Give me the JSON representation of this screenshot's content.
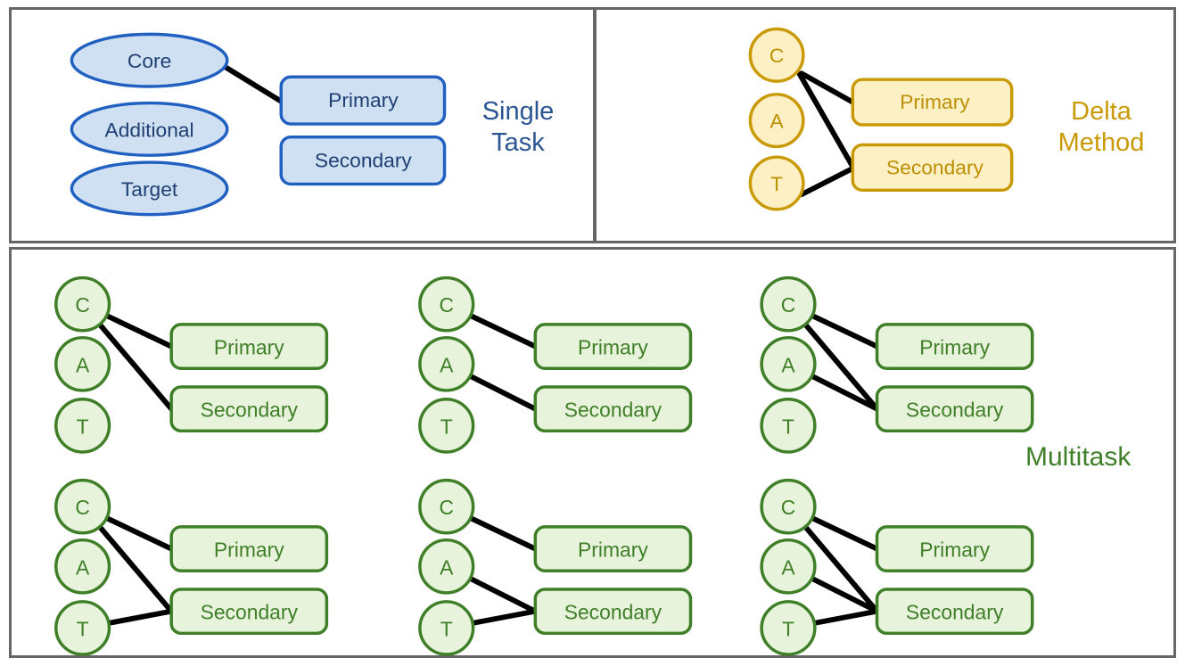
{
  "figure": {
    "type": "diagram",
    "description": "Three-panel schematic comparing Single Task, Delta Method, and Multitask feature-to-output connection patterns",
    "background": "#ffffff",
    "frame_color": "#666666",
    "edge_color": "#000000"
  },
  "palette": {
    "blue_border": "#2060c0",
    "blue_fill": "#cfe0f3",
    "blue_text": "#1f3f73",
    "blue_title": "#2a5592",
    "gold_border": "#c99a06",
    "gold_fill": "#fdf0c4",
    "gold_text": "#bd8f05",
    "green_border": "#3f7f28",
    "green_fill": "#e8f3dc",
    "green_text": "#3f7f28"
  },
  "panels": {
    "single_task": {
      "title": "Single\nTask",
      "title_color": "#2a5592",
      "inputs": [
        {
          "id": "core",
          "label": "Core",
          "shape": "ellipse"
        },
        {
          "id": "additional",
          "label": "Additional",
          "shape": "ellipse"
        },
        {
          "id": "target",
          "label": "Target",
          "shape": "ellipse"
        }
      ],
      "outputs": [
        {
          "id": "primary",
          "label": "Primary",
          "shape": "rounded-rect"
        },
        {
          "id": "secondary",
          "label": "Secondary",
          "shape": "rounded-rect"
        }
      ],
      "edges": [
        {
          "from": "core",
          "to": "primary"
        }
      ]
    },
    "delta_method": {
      "title": "Delta\nMethod",
      "title_color": "#c99a06",
      "inputs": [
        {
          "id": "C",
          "label": "C",
          "shape": "circle"
        },
        {
          "id": "A",
          "label": "A",
          "shape": "circle"
        },
        {
          "id": "T",
          "label": "T",
          "shape": "circle"
        }
      ],
      "outputs": [
        {
          "id": "primary",
          "label": "Primary",
          "shape": "rounded-rect"
        },
        {
          "id": "secondary",
          "label": "Secondary",
          "shape": "rounded-rect"
        }
      ],
      "edges": [
        {
          "from": "C",
          "to": "primary"
        },
        {
          "from": "C",
          "to": "secondary"
        },
        {
          "from": "T",
          "to": "secondary"
        }
      ]
    },
    "multitask": {
      "title": "Multitask",
      "title_color": "#3f7f28",
      "node_labels": [
        "C",
        "A",
        "T"
      ],
      "output_labels": [
        "Primary",
        "Secondary"
      ],
      "variants": [
        {
          "index": 1,
          "edges": [
            {
              "from": "C",
              "to": "primary"
            },
            {
              "from": "C",
              "to": "secondary"
            }
          ]
        },
        {
          "index": 2,
          "edges": [
            {
              "from": "C",
              "to": "primary"
            },
            {
              "from": "A",
              "to": "secondary"
            }
          ]
        },
        {
          "index": 3,
          "edges": [
            {
              "from": "C",
              "to": "primary"
            },
            {
              "from": "C",
              "to": "secondary"
            },
            {
              "from": "A",
              "to": "secondary"
            }
          ]
        },
        {
          "index": 4,
          "edges": [
            {
              "from": "C",
              "to": "primary"
            },
            {
              "from": "C",
              "to": "secondary"
            },
            {
              "from": "T",
              "to": "secondary"
            }
          ]
        },
        {
          "index": 5,
          "edges": [
            {
              "from": "C",
              "to": "primary"
            },
            {
              "from": "A",
              "to": "secondary"
            },
            {
              "from": "T",
              "to": "secondary"
            }
          ]
        },
        {
          "index": 6,
          "edges": [
            {
              "from": "C",
              "to": "primary"
            },
            {
              "from": "C",
              "to": "secondary"
            },
            {
              "from": "A",
              "to": "secondary"
            },
            {
              "from": "T",
              "to": "secondary"
            }
          ]
        }
      ]
    }
  }
}
